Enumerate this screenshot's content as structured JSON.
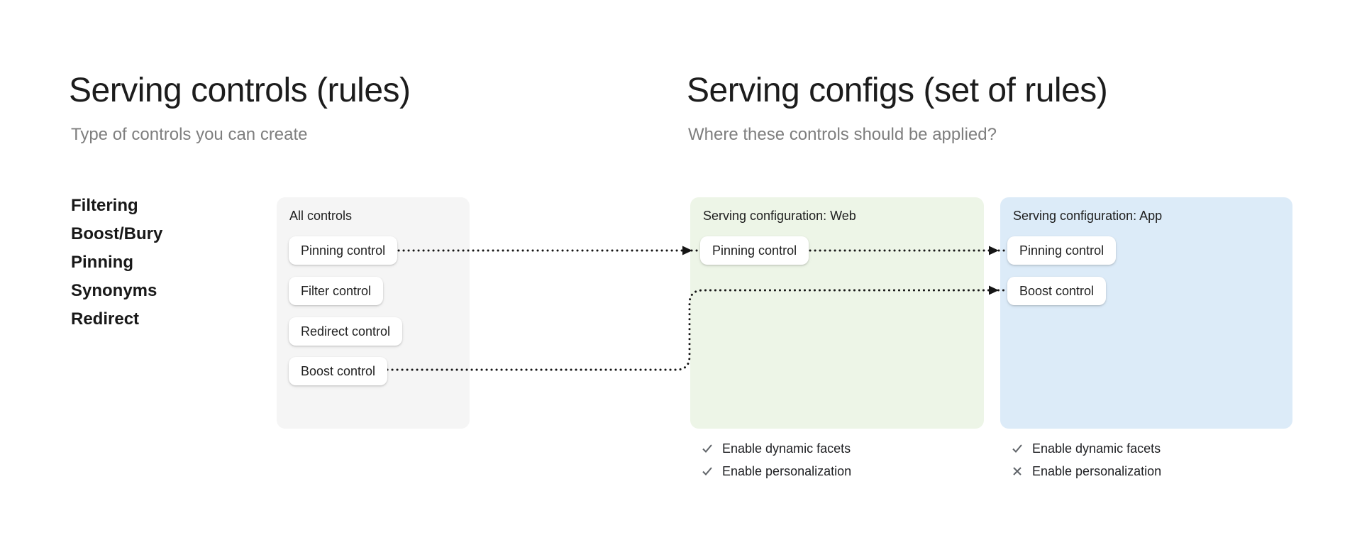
{
  "left_panel": {
    "title": "Serving controls (rules)",
    "subtitle": "Type of controls you can create",
    "control_types": [
      {
        "label": "Filtering"
      },
      {
        "label": "Boost/Bury"
      },
      {
        "label": "Pinning"
      },
      {
        "label": "Synonyms"
      },
      {
        "label": "Redirect"
      }
    ]
  },
  "right_panel": {
    "title": "Serving configs (set of rules)",
    "subtitle": "Where these controls should be applied?"
  },
  "all_controls_box": {
    "label": "All controls",
    "bg_color": "#f5f5f5",
    "chips": [
      {
        "label": "Pinning control"
      },
      {
        "label": "Filter control"
      },
      {
        "label": "Redirect control"
      },
      {
        "label": "Boost control"
      }
    ]
  },
  "web_config_box": {
    "label": "Serving configuration: Web",
    "bg_color": "#edf5e7",
    "chips": [
      {
        "label": "Pinning control"
      }
    ],
    "features": [
      {
        "icon": "check",
        "label": "Enable dynamic facets"
      },
      {
        "icon": "check",
        "label": "Enable personalization"
      }
    ]
  },
  "app_config_box": {
    "label": "Serving configuration: App",
    "bg_color": "#dcebf8",
    "chips": [
      {
        "label": "Pinning control"
      },
      {
        "label": "Boost control"
      }
    ],
    "features": [
      {
        "icon": "check",
        "label": "Enable dynamic facets"
      },
      {
        "icon": "cross",
        "label": "Enable personalization"
      }
    ]
  },
  "arrows": {
    "style": "dotted",
    "color": "#151515",
    "connections": [
      {
        "from": "all-controls.pinning-control",
        "to": "web-config.pinning-control"
      },
      {
        "from": "web-config.pinning-control",
        "to": "app-config.pinning-control"
      },
      {
        "from": "all-controls.boost-control",
        "to": "app-config.boost-control"
      }
    ]
  },
  "colors": {
    "background": "#ffffff",
    "title_text": "#1c1c1c",
    "subtitle_text": "#7e7e7e",
    "chip_bg": "#ffffff",
    "icon_gray": "#5f6368"
  }
}
